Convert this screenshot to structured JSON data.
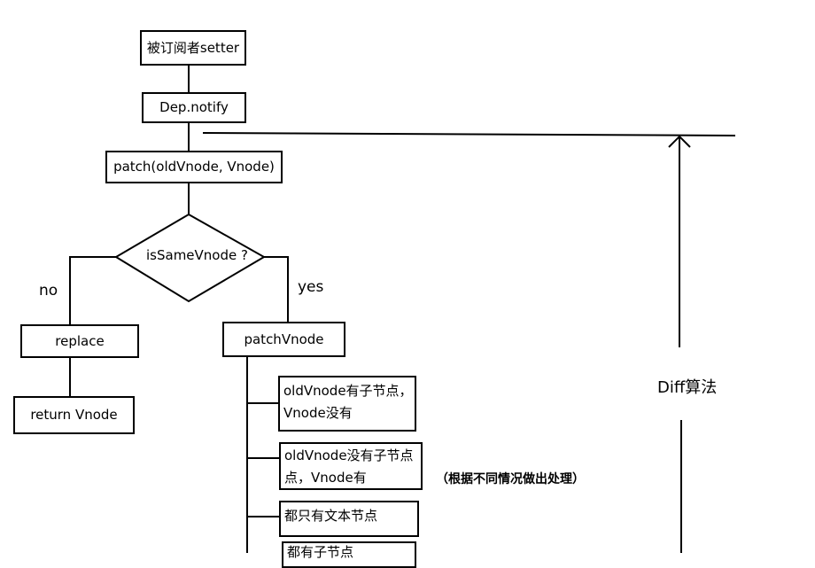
{
  "nodes": {
    "subscriber_setter": "被订阅者setter",
    "dep_notify": "Dep.notify",
    "patch": "patch(oldVnode, Vnode)",
    "is_same_vnode": "isSameVnode ?",
    "replace": "replace",
    "return_vnode": "return Vnode",
    "patch_vnode": "patchVnode",
    "case1_line1": "oldVnode有子节点，",
    "case1_line2": "Vnode没有",
    "case2_line1": "oldVnode没有子节点",
    "case2_line2": "点，Vnode有",
    "case3": "都只有文本节点",
    "case4": "都有子节点"
  },
  "labels": {
    "no": "no",
    "yes": "yes",
    "note": "（根据不同情况做出处理）",
    "diff": "Diff算法"
  }
}
